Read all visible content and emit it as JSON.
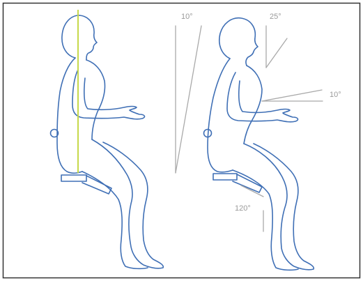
{
  "colors": {
    "body_outline": "#3f6fb5",
    "angle_lines": "#a9a9a9",
    "plumb_line": "#c6d84a",
    "frame": "#333333"
  },
  "labels": {
    "backrest_angle": "10°",
    "head_angle": "25°",
    "forearm_angle": "10°",
    "knee_angle": "120°"
  }
}
